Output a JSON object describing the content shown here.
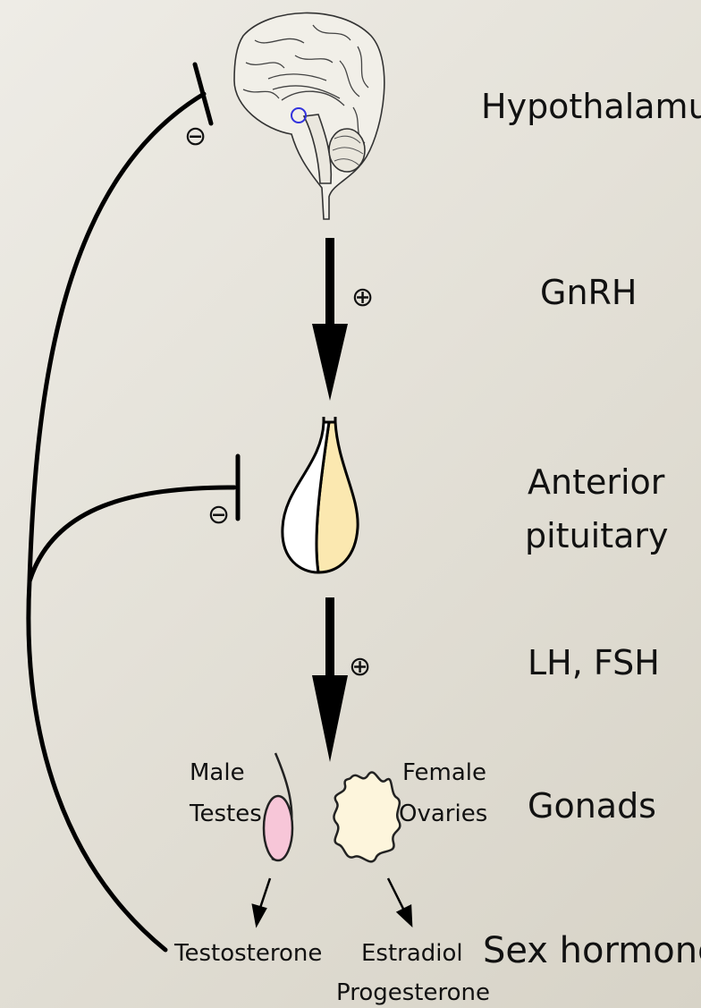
{
  "levels": {
    "hypothalamus": "Hypothalamus",
    "gnrh": "GnRH",
    "anterior_pituitary_line1": "Anterior",
    "anterior_pituitary_line2": "pituitary",
    "lh_fsh": "LH, FSH",
    "gonads": "Gonads",
    "sex_hormones": "Sex hormones"
  },
  "gonads": {
    "male_line1": "Male",
    "male_line2": "Testes",
    "female_line1": "Female",
    "female_line2": "Ovaries"
  },
  "hormones": {
    "male": "Testosterone",
    "female_line1": "Estradiol",
    "female_line2": "Progesterone"
  },
  "symbols": {
    "stimulate": "⊕",
    "inhibit": "⊖"
  },
  "colors": {
    "pituitary_left": "#ffffff",
    "pituitary_right": "#fbe8b0",
    "testes_fill": "#f7c6d8",
    "ovaries_fill": "#fdf5dc",
    "hypothalamus_marker": "#3333dd"
  }
}
